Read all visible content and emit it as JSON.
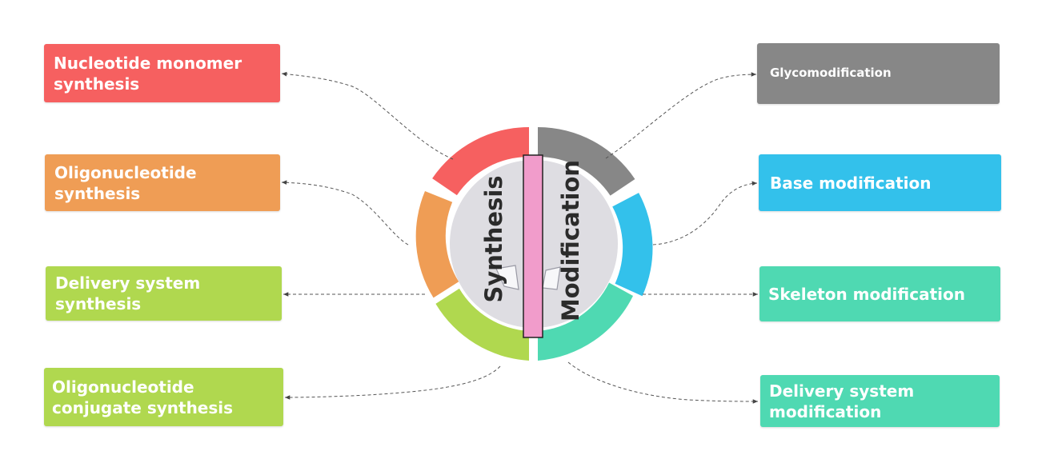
{
  "center": {
    "left_label": "Synthesis",
    "right_label": "Modification"
  },
  "left_boxes": [
    {
      "label": "Nucleotide monomer synthesis",
      "lines": [
        "Nucleotide monomer",
        "synthesis"
      ],
      "color": "#f66060"
    },
    {
      "label": "Oligonucleotide synthesis",
      "lines": [
        "Oligonucleotide synthesis"
      ],
      "color": "#ef9d55"
    },
    {
      "label": "Delivery system synthesis",
      "lines": [
        "Delivery system synthesis"
      ],
      "color": "#b0d84f"
    },
    {
      "label": "Oligonucleotide conjugate synthesis",
      "lines": [
        "Oligonucleotide",
        "conjugate synthesis"
      ],
      "color": "#b0d84f"
    }
  ],
  "right_boxes": [
    {
      "label": "Glycomodification",
      "lines": [
        "Glycomodification"
      ],
      "color": "#878787"
    },
    {
      "label": "Base modification",
      "lines": [
        "Base modification"
      ],
      "color": "#33c1eb"
    },
    {
      "label": "Skeleton modification",
      "lines": [
        "Skeleton modification"
      ],
      "color": "#4fd9b2"
    },
    {
      "label": "Delivery system modification",
      "lines": [
        "Delivery system",
        "modification"
      ],
      "color": "#4fd9b2"
    }
  ],
  "colors": {
    "ring_red": "#f66060",
    "ring_orange": "#ef9d55",
    "ring_green": "#b0d84f",
    "ring_gray": "#878787",
    "ring_blue": "#33c1eb",
    "ring_teal": "#4fd9b2",
    "inner_disk": "#dedde2",
    "center_bar": "#f19ccb",
    "connector": "#555555"
  }
}
